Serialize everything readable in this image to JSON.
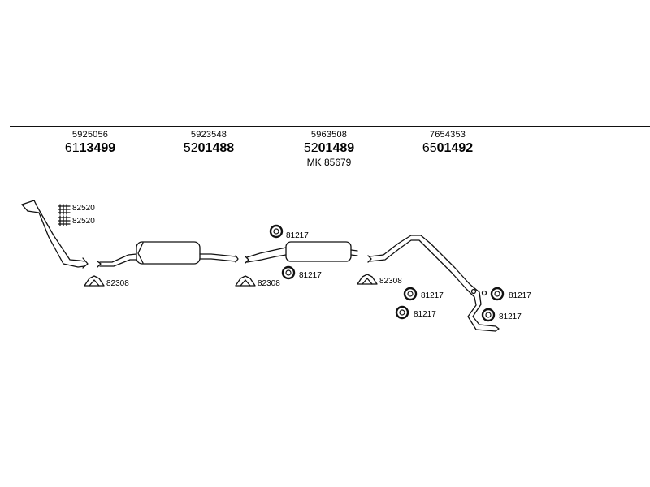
{
  "parts": [
    {
      "code": "5925056",
      "number_prefix": "61",
      "number_main": "13499"
    },
    {
      "code": "5923548",
      "number_prefix": "52",
      "number_main": "01488"
    },
    {
      "code": "5963508",
      "number_prefix": "52",
      "number_main": "01489",
      "kit": "MK  85679"
    },
    {
      "code": "7654353",
      "number_prefix": "65",
      "number_main": "01492"
    }
  ],
  "labels": {
    "bolt_a": "82520",
    "bolt_b": "82520",
    "clamp_1": "82308",
    "clamp_2": "82308",
    "clamp_3": "82308",
    "ring_1": "81217",
    "ring_2": "81217",
    "ring_3": "81217",
    "ring_4": "81217",
    "ring_5": "81217",
    "ring_6": "81217"
  }
}
